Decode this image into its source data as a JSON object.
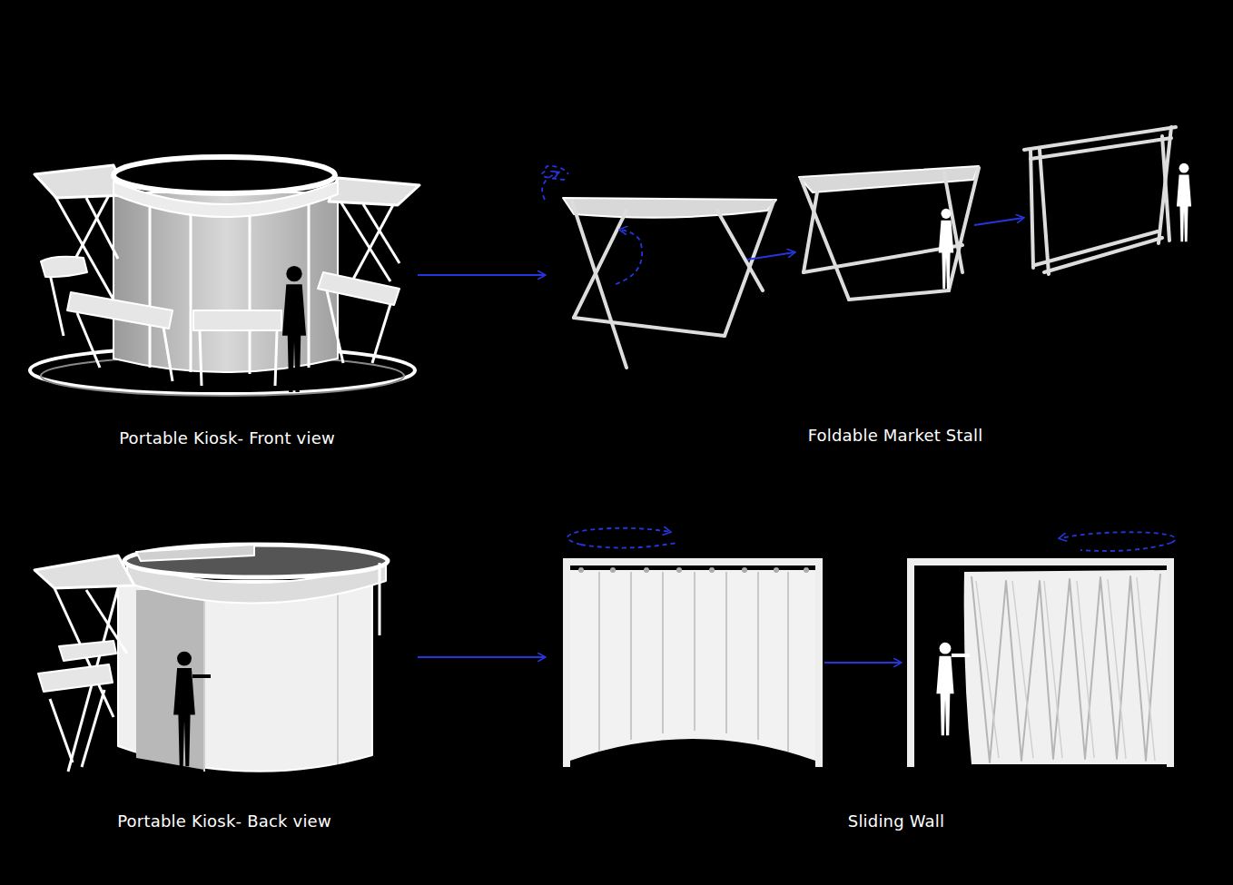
{
  "diagram": {
    "labels": [
      "Portable Kiosk- Front view",
      "Foldable Market Stall",
      "Portable Kiosk- Back view",
      "Sliding Wall"
    ]
  }
}
